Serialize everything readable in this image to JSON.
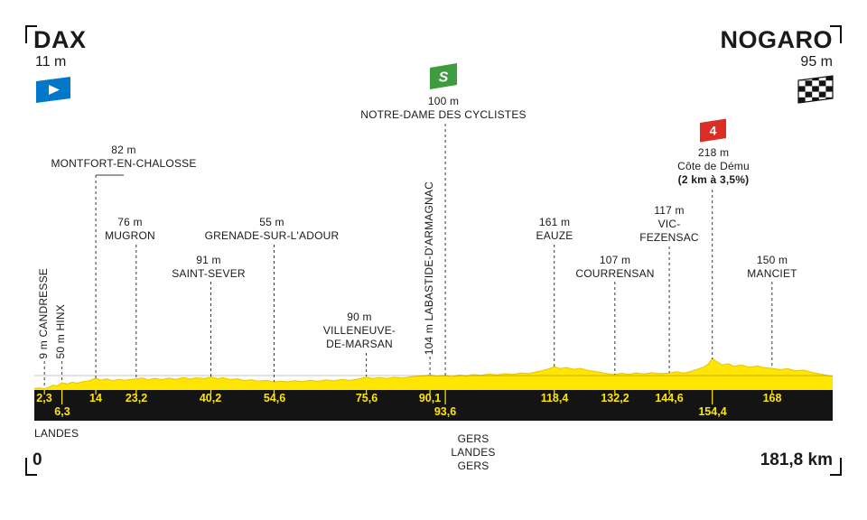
{
  "header": {
    "start": {
      "name": "DAX",
      "elevation": "11 m"
    },
    "finish": {
      "name": "NOGARO",
      "elevation": "95 m"
    }
  },
  "sprint": {
    "km": "93,6",
    "elevation": "100 m",
    "name": "NOTRE-DAME DES CYCLISTES",
    "icon_letter": "S"
  },
  "climb": {
    "km": "154,4",
    "elevation": "218 m",
    "name": "Côte de Dému",
    "gradient": "(2 km à 3,5%)",
    "category": "4"
  },
  "waypoints": [
    {
      "km": "2,3",
      "elevation": "9 m",
      "name": "CANDRESSE",
      "orientation": "vertical"
    },
    {
      "km": "6,3",
      "elevation": "50 m",
      "name": "HINX",
      "orientation": "vertical"
    },
    {
      "km": "14",
      "elevation": "82 m",
      "lines": [
        "MONTFORT-EN-CHALOSSE"
      ]
    },
    {
      "km": "23,2",
      "elevation": "76 m",
      "lines": [
        "MUGRON"
      ]
    },
    {
      "km": "40,2",
      "elevation": "91 m",
      "lines": [
        "SAINT-SEVER"
      ]
    },
    {
      "km": "54,6",
      "elevation": "55 m",
      "lines": [
        "GRENADE-SUR-L'ADOUR"
      ]
    },
    {
      "km": "75,6",
      "elevation": "90 m",
      "lines": [
        "VILLENEUVE-",
        "DE-MARSAN"
      ]
    },
    {
      "km": "90,1",
      "elevation": "104 m",
      "name": "LABASTIDE-D'ARMAGNAC",
      "orientation": "vertical"
    },
    {
      "km": "118,4",
      "elevation": "161 m",
      "lines": [
        "EAUZE"
      ]
    },
    {
      "km": "132,2",
      "elevation": "107 m",
      "lines": [
        "COURRENSAN"
      ]
    },
    {
      "km": "144,6",
      "elevation": "117 m",
      "lines": [
        "VIC-",
        "FEZENSAC"
      ]
    },
    {
      "km": "168",
      "elevation": "150 m",
      "lines": [
        "MANCIET"
      ]
    }
  ],
  "km_markers": [
    "2,3",
    "6,3",
    "14",
    "23,2",
    "40,2",
    "54,6",
    "75,6",
    "90,1",
    "93,6",
    "118,4",
    "132,2",
    "144,6",
    "154,4",
    "168"
  ],
  "regions": {
    "left": "LANDES",
    "middle": [
      "GERS",
      "LANDES",
      "GERS"
    ]
  },
  "footer": {
    "start_km": "0",
    "total": "181,8 km"
  },
  "colors": {
    "yellow": "#FFE600",
    "profile_edge": "#E9C400",
    "bar_black": "#141414",
    "start_blue": "#0077C8",
    "sprint_green": "#3E9B3F",
    "climb_red": "#DB2E24"
  },
  "chart_data": {
    "type": "area",
    "title": "Stage elevation profile DAX – NOGARO",
    "xlabel": "km",
    "ylabel": "m",
    "xlim": [
      0,
      181.8
    ],
    "ylim": [
      0,
      250
    ],
    "start": {
      "name": "DAX",
      "elevation_m": 11
    },
    "finish": {
      "name": "NOGARO",
      "elevation_m": 95,
      "km": 181.8
    },
    "points_of_interest": [
      {
        "km": 2.3,
        "elevation_m": 9,
        "label": "CANDRESSE"
      },
      {
        "km": 6.3,
        "elevation_m": 50,
        "label": "HINX"
      },
      {
        "km": 14,
        "elevation_m": 82,
        "label": "MONTFORT-EN-CHALOSSE"
      },
      {
        "km": 23.2,
        "elevation_m": 76,
        "label": "MUGRON"
      },
      {
        "km": 40.2,
        "elevation_m": 91,
        "label": "SAINT-SEVER"
      },
      {
        "km": 54.6,
        "elevation_m": 55,
        "label": "GRENADE-SUR-L'ADOUR"
      },
      {
        "km": 75.6,
        "elevation_m": 90,
        "label": "VILLENEUVE-DE-MARSAN"
      },
      {
        "km": 90.1,
        "elevation_m": 104,
        "label": "LABASTIDE-D'ARMAGNAC"
      },
      {
        "km": 93.6,
        "elevation_m": 100,
        "label": "NOTRE-DAME DES CYCLISTES",
        "type": "sprint"
      },
      {
        "km": 118.4,
        "elevation_m": 161,
        "label": "EAUZE"
      },
      {
        "km": 132.2,
        "elevation_m": 107,
        "label": "COURRENSAN"
      },
      {
        "km": 144.6,
        "elevation_m": 117,
        "label": "VIC-FEZENSAC"
      },
      {
        "km": 154.4,
        "elevation_m": 218,
        "label": "Côte de Dému",
        "type": "climb-cat-4",
        "detail": "2 km à 3,5%"
      },
      {
        "km": 168,
        "elevation_m": 150,
        "label": "MANCIET"
      }
    ],
    "profile": [
      [
        0,
        11
      ],
      [
        1.2,
        14
      ],
      [
        2.3,
        9
      ],
      [
        3.2,
        18
      ],
      [
        4.2,
        34
      ],
      [
        5.2,
        28
      ],
      [
        6.3,
        50
      ],
      [
        7.5,
        42
      ],
      [
        8.6,
        54
      ],
      [
        9.8,
        47
      ],
      [
        11,
        58
      ],
      [
        12.4,
        63
      ],
      [
        14,
        82
      ],
      [
        15.2,
        68
      ],
      [
        16.5,
        77
      ],
      [
        17.8,
        64
      ],
      [
        19.2,
        74
      ],
      [
        20.6,
        67
      ],
      [
        21.8,
        73
      ],
      [
        23.2,
        76
      ],
      [
        24.6,
        84
      ],
      [
        26,
        70
      ],
      [
        27.4,
        81
      ],
      [
        29,
        71
      ],
      [
        30.6,
        83
      ],
      [
        32.2,
        73
      ],
      [
        33.8,
        86
      ],
      [
        35.4,
        76
      ],
      [
        37,
        85
      ],
      [
        38.6,
        78
      ],
      [
        40.2,
        91
      ],
      [
        41.6,
        79
      ],
      [
        43,
        85
      ],
      [
        44.6,
        72
      ],
      [
        46.2,
        78
      ],
      [
        47.8,
        65
      ],
      [
        49.4,
        72
      ],
      [
        51,
        61
      ],
      [
        52.8,
        67
      ],
      [
        54.6,
        55
      ],
      [
        56,
        62
      ],
      [
        57.6,
        56
      ],
      [
        59.2,
        65
      ],
      [
        61,
        58
      ],
      [
        62.8,
        67
      ],
      [
        64.6,
        60
      ],
      [
        66.4,
        70
      ],
      [
        68.2,
        64
      ],
      [
        70,
        73
      ],
      [
        71.8,
        66
      ],
      [
        73.6,
        75
      ],
      [
        75.6,
        90
      ],
      [
        77,
        79
      ],
      [
        78.6,
        87
      ],
      [
        80.2,
        80
      ],
      [
        82,
        88
      ],
      [
        83.8,
        82
      ],
      [
        85.6,
        91
      ],
      [
        87.4,
        96
      ],
      [
        88.8,
        99
      ],
      [
        90.1,
        104
      ],
      [
        91.6,
        96
      ],
      [
        93.6,
        100
      ],
      [
        95.2,
        93
      ],
      [
        96.8,
        103
      ],
      [
        98.4,
        97
      ],
      [
        100,
        107
      ],
      [
        101.8,
        101
      ],
      [
        103.6,
        110
      ],
      [
        105.4,
        105
      ],
      [
        107.2,
        113
      ],
      [
        109,
        108
      ],
      [
        110.8,
        118
      ],
      [
        112.6,
        113
      ],
      [
        114.4,
        126
      ],
      [
        116,
        136
      ],
      [
        117.2,
        147
      ],
      [
        118.4,
        161
      ],
      [
        119.8,
        149
      ],
      [
        121.2,
        156
      ],
      [
        122.8,
        143
      ],
      [
        124.4,
        150
      ],
      [
        126,
        136
      ],
      [
        127.8,
        128
      ],
      [
        129.6,
        118
      ],
      [
        131,
        111
      ],
      [
        132.2,
        107
      ],
      [
        133.8,
        116
      ],
      [
        135.4,
        109
      ],
      [
        137,
        119
      ],
      [
        138.8,
        111
      ],
      [
        140.6,
        120
      ],
      [
        142.4,
        113
      ],
      [
        144.6,
        117
      ],
      [
        146.2,
        126
      ],
      [
        147.8,
        117
      ],
      [
        149.4,
        128
      ],
      [
        151,
        143
      ],
      [
        152.4,
        158
      ],
      [
        153.4,
        178
      ],
      [
        154.4,
        218
      ],
      [
        155.4,
        196
      ],
      [
        156.6,
        174
      ],
      [
        158,
        182
      ],
      [
        159.4,
        164
      ],
      [
        161,
        173
      ],
      [
        162.8,
        158
      ],
      [
        164.6,
        166
      ],
      [
        166.4,
        154
      ],
      [
        168,
        150
      ],
      [
        169.8,
        141
      ],
      [
        171.6,
        147
      ],
      [
        173.4,
        133
      ],
      [
        175.2,
        138
      ],
      [
        177,
        122
      ],
      [
        178.8,
        112
      ],
      [
        180.4,
        101
      ],
      [
        181.8,
        95
      ]
    ]
  }
}
